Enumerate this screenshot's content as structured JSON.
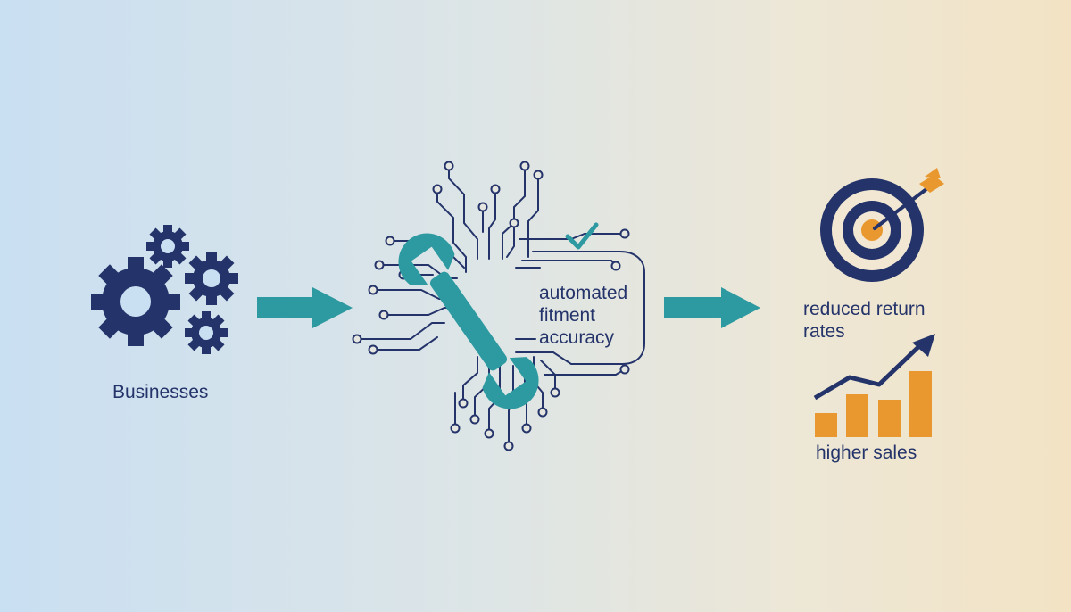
{
  "labels": {
    "businesses": "Businesses",
    "center": "automated fitment accuracy",
    "return_rates": "reduced return rates",
    "sales": "higher sales"
  },
  "colors": {
    "navy": "#24346a",
    "teal": "#2c9aa0",
    "orange": "#e8982f"
  },
  "icons": [
    "gears-icon",
    "arrow-icon",
    "circuit-wrench-icon",
    "checkmark-icon",
    "target-icon",
    "bar-chart-trend-icon"
  ]
}
